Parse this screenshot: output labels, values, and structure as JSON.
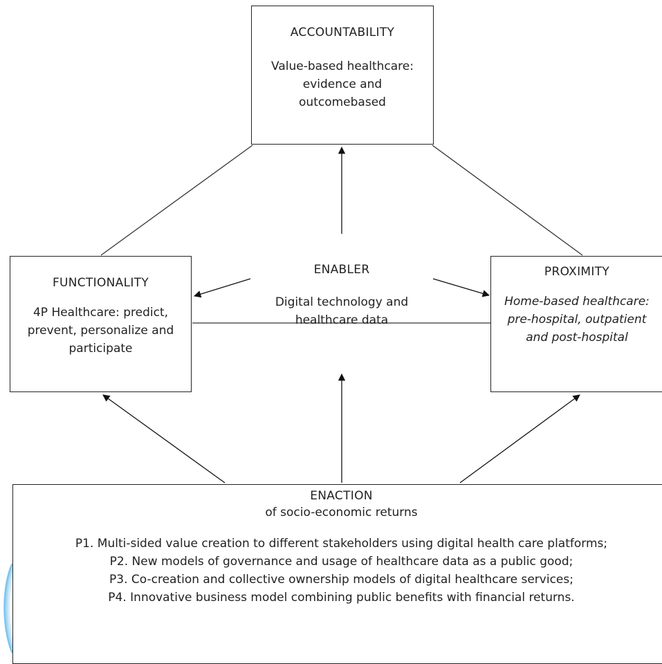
{
  "accountability": {
    "title": "ACCOUNTABILITY",
    "body": "Value-based healthcare: evidence and outcomebased"
  },
  "functionality": {
    "title": "FUNCTIONALITY",
    "body": "4P Healthcare: predict, prevent, personalize and participate"
  },
  "enabler": {
    "title": "ENABLER",
    "body": "Digital technology and healthcare data"
  },
  "proximity": {
    "title": "PROXIMITY",
    "body": "Home-based healthcare: pre-hospital, outpatient and post-hospital"
  },
  "enaction": {
    "title": "ENACTION",
    "subtitle": "of socio-economic returns",
    "p1": "P1. Multi-sided value creation to different stakeholders using digital health care platforms;",
    "p2": "P2. New models of governance and usage of healthcare data as a public good;",
    "p3": "P3. Co-creation and collective ownership models of digital healthcare services;",
    "p4": "P4. Innovative business model combining public benefits with financial returns."
  }
}
